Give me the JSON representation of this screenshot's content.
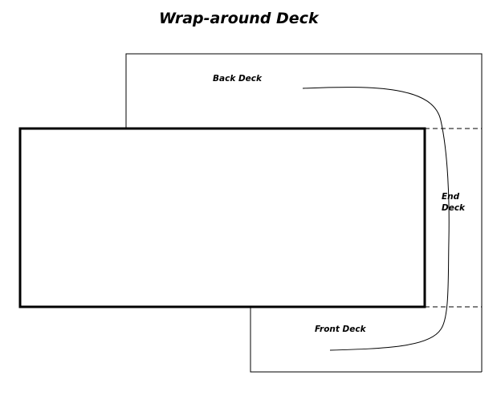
{
  "title": "Wrap-around Deck",
  "labels": {
    "back_deck": "Back Deck",
    "end_deck_line1": "End",
    "end_deck_line2": "Deck",
    "front_deck": "Front Deck"
  },
  "colors": {
    "line": "#000000",
    "background": "#ffffff"
  }
}
